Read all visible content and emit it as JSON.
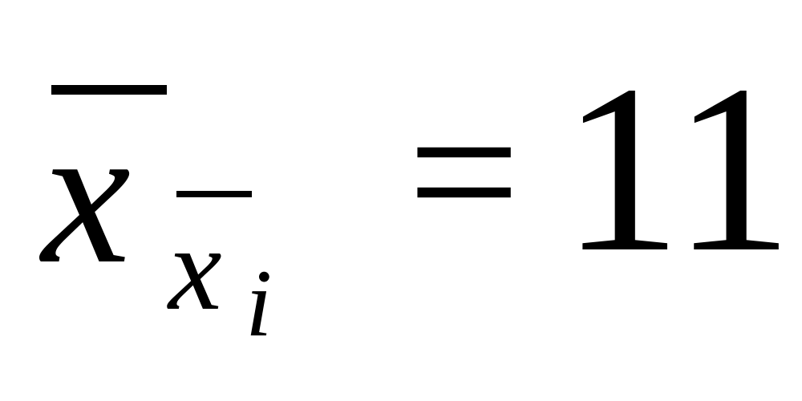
{
  "formula": {
    "variable": "x",
    "subscript": "x",
    "sub_subscript": "i",
    "operator": "=",
    "value": "11"
  }
}
